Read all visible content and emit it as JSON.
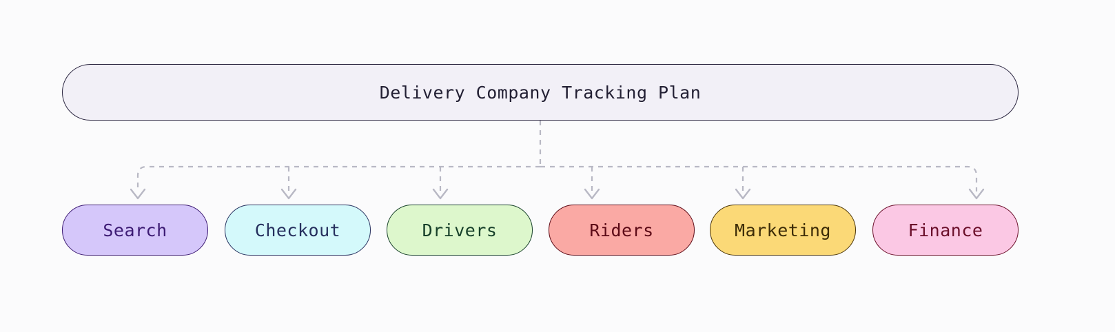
{
  "diagram": {
    "title": "Delivery Company Tracking Plan",
    "type": "tree",
    "background_color": "#fbfbfc",
    "connector": {
      "style": "dashed",
      "color": "#b8b8c4",
      "arrowhead": "chevron-down"
    },
    "root": {
      "label": "Delivery Company Tracking Plan",
      "fill_color": "#f2f0f7",
      "border_color": "#2b2640",
      "text_color": "#221f33"
    },
    "children": [
      {
        "label": "Search",
        "fill_color": "#d5c7fa",
        "border_color": "#3c1a73",
        "text_color": "#3c1a73"
      },
      {
        "label": "Checkout",
        "fill_color": "#d4f9fb",
        "border_color": "#26305e",
        "text_color": "#26305e"
      },
      {
        "label": "Drivers",
        "fill_color": "#ddf7cc",
        "border_color": "#17402a",
        "text_color": "#17402a"
      },
      {
        "label": "Riders",
        "fill_color": "#faa9a4",
        "border_color": "#5c0a16",
        "text_color": "#5c0a16"
      },
      {
        "label": "Marketing",
        "fill_color": "#fbd977",
        "border_color": "#4a3408",
        "text_color": "#3d2c07"
      },
      {
        "label": "Finance",
        "fill_color": "#fbc8e4",
        "border_color": "#6b0f2a",
        "text_color": "#6b0f2a"
      }
    ]
  }
}
